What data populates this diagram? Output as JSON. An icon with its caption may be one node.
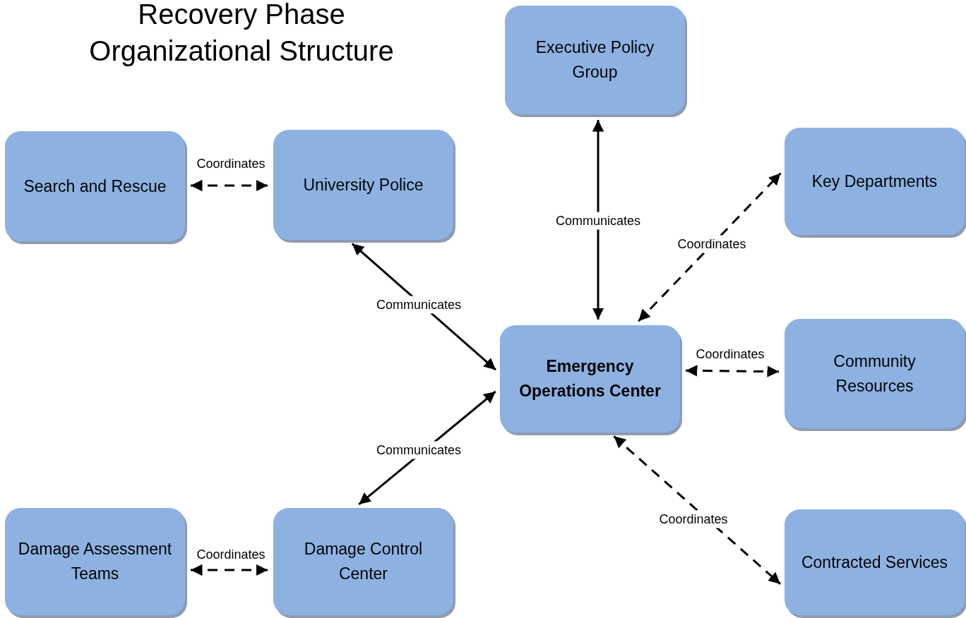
{
  "diagram": {
    "title": "Recovery Phase Organizational Structure",
    "nodes": [
      {
        "text": [
          "Executive Policy Group"
        ]
      },
      {
        "text": [
          "Search and Rescue"
        ]
      },
      {
        "text": [
          "University Police"
        ]
      },
      {
        "text": [
          "Key Departments"
        ]
      },
      {
        "text": [
          "Emergency Operations Center"
        ]
      },
      {
        "text": [
          "Community Resources"
        ]
      },
      {
        "text": [
          "Damage Assessment Teams"
        ]
      },
      {
        "text": [
          "Damage Control Center"
        ]
      },
      {
        "text": [
          "Contracted Services"
        ]
      }
    ],
    "edges": [
      {
        "from": 1,
        "to": 2,
        "arrow": "both",
        "label": "Coordinates",
        "style": "dashed"
      },
      {
        "from": 0,
        "to": 4,
        "arrow": "both",
        "label": "Communicates"
      },
      {
        "from": 2,
        "to": 4,
        "arrow": "both",
        "label": "Communicates"
      },
      {
        "from": 4,
        "to": 3,
        "arrow": "both",
        "label": "Coordinates",
        "style": "dashed"
      },
      {
        "from": 4,
        "to": 5,
        "arrow": "both",
        "label": "Coordinates",
        "style": "dashed"
      },
      {
        "from": 7,
        "to": 4,
        "arrow": "both",
        "label": "Communicates"
      },
      {
        "from": 6,
        "to": 7,
        "arrow": "both",
        "label": "Coordinates",
        "style": "dashed"
      },
      {
        "from": 4,
        "to": 8,
        "arrow": "both",
        "label": "Coordinates",
        "style": "dashed"
      }
    ]
  }
}
